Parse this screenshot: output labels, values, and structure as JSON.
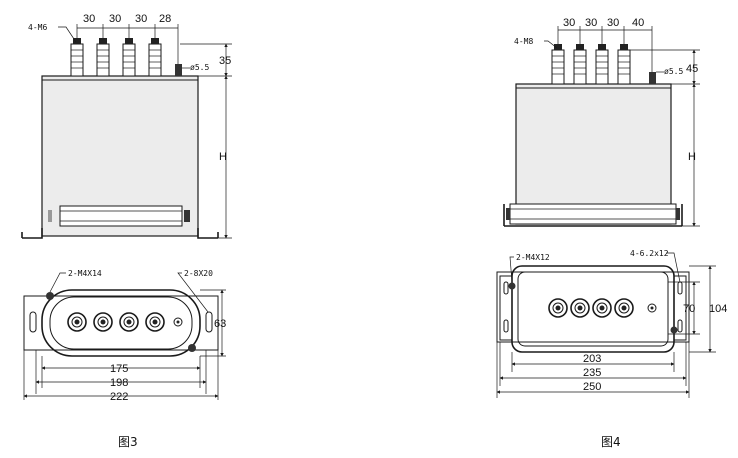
{
  "figure3": {
    "caption": "图3",
    "side": {
      "terminal_label": "4-M6",
      "pitch": [
        "30",
        "30",
        "30",
        "28"
      ],
      "hole_label": "ø5.5",
      "top_height": "35",
      "height_label": "H"
    },
    "top": {
      "screw_label": "2-M4X14",
      "slot_label": "2-8X20",
      "depth": "63",
      "widths": [
        "175",
        "198",
        "222"
      ]
    }
  },
  "figure4": {
    "caption": "图4",
    "side": {
      "terminal_label": "4-M8",
      "pitch": [
        "30",
        "30",
        "30",
        "40"
      ],
      "hole_label": "ø5.5",
      "top_height": "45",
      "height_label": "H"
    },
    "top": {
      "screw_label": "2-M4X12",
      "hole_label": "4-6.2x12",
      "depths": [
        "70",
        "104"
      ],
      "widths": [
        "203",
        "235",
        "250"
      ]
    }
  }
}
